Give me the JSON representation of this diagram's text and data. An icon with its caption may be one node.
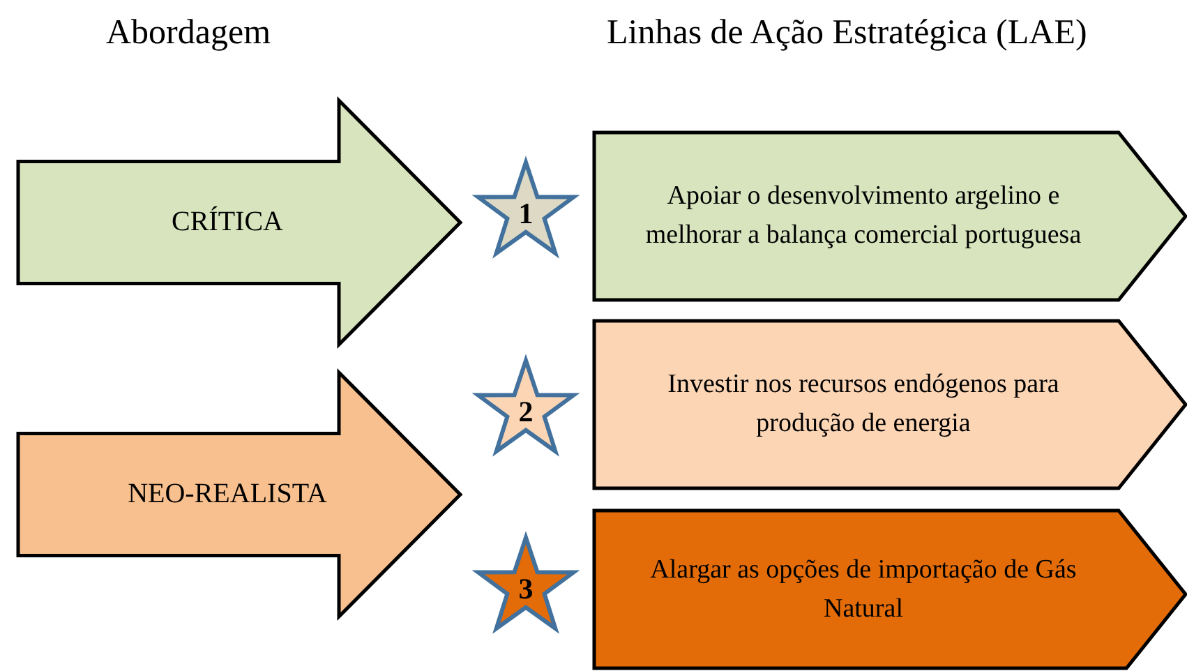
{
  "diagram": {
    "nodes": [
      {
        "text": [
          "CRÍTICA"
        ]
      },
      {
        "text": [
          "NEO-REALISTA"
        ]
      },
      {
        "text": [
          "1"
        ]
      },
      {
        "text": [
          "Apoiar o desenvolvimento argelino e melhorar a balança comercial portuguesa"
        ]
      },
      {
        "text": [
          "2"
        ]
      },
      {
        "text": [
          "Investir nos recursos endógenos para produção de energia"
        ]
      },
      {
        "text": [
          "3"
        ]
      },
      {
        "text": [
          "Alargar as opções de importação de Gás Natural"
        ]
      }
    ],
    "edges": [],
    "labels": [
      "Abordagem",
      "Linhas de Ação Estratégica (LAE)"
    ]
  }
}
